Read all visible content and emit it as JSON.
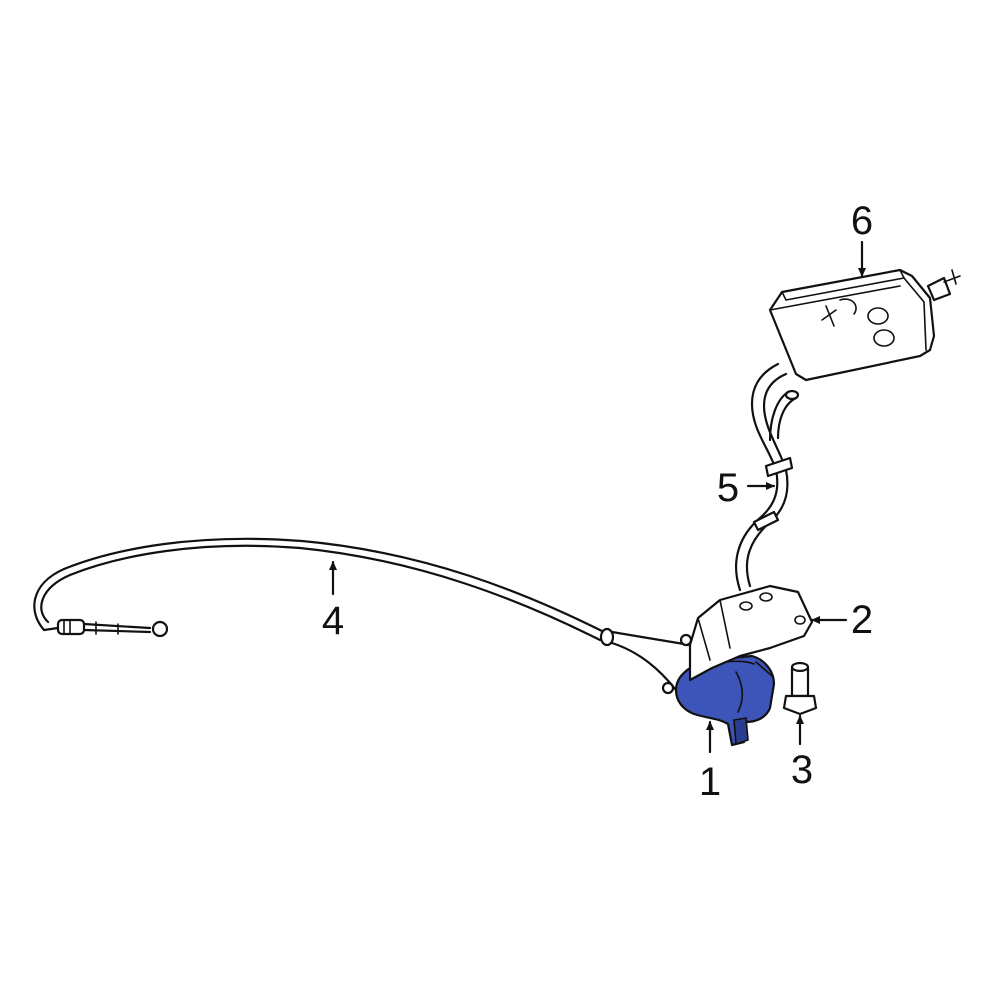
{
  "colors": {
    "highlight": "#3d55b8",
    "highlight_dark": "#2a3d8f",
    "line": "#111111",
    "background": "#ffffff"
  },
  "callouts": [
    {
      "id": "1",
      "text": "1",
      "part": "actuator"
    },
    {
      "id": "2",
      "text": "2",
      "part": "bracket"
    },
    {
      "id": "3",
      "text": "3",
      "part": "bolt"
    },
    {
      "id": "4",
      "text": "4",
      "part": "cable"
    },
    {
      "id": "5",
      "text": "5",
      "part": "hose"
    },
    {
      "id": "6",
      "text": "6",
      "part": "canister"
    }
  ]
}
